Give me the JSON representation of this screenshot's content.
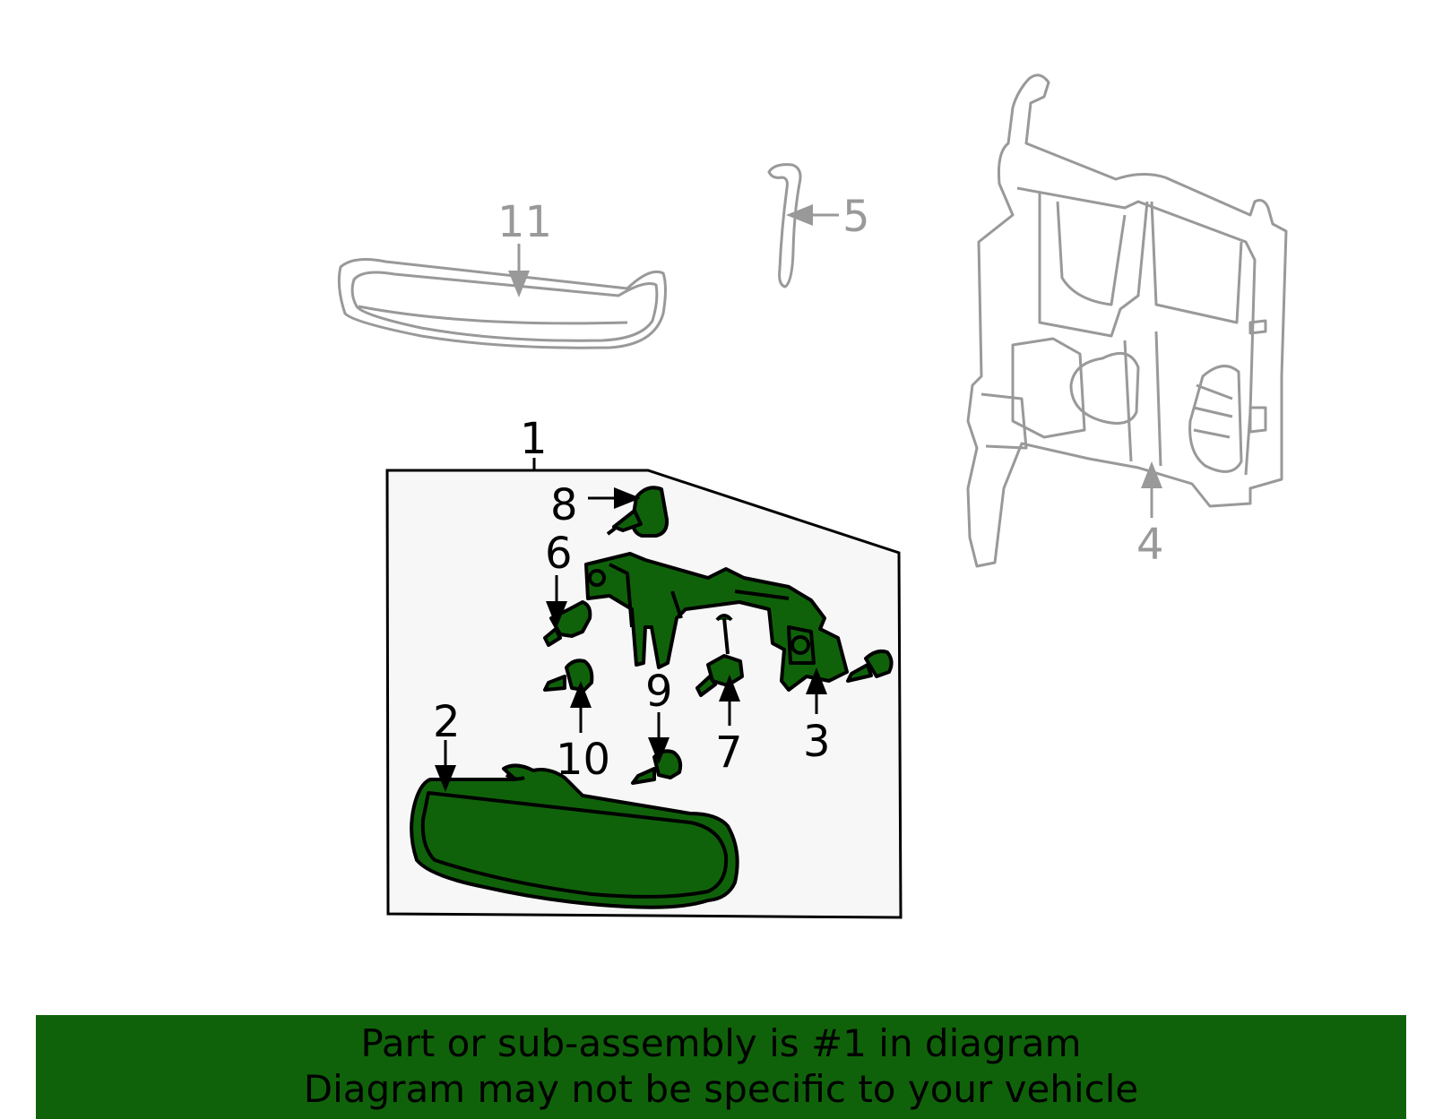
{
  "colors": {
    "highlight": "#10620A",
    "outline_dark": "#000000",
    "outline_grey": "#999999",
    "assembly_box_fill": "#F7F7F7",
    "banner_bg": "#10620A"
  },
  "callouts": {
    "c1": "1",
    "c2": "2",
    "c3": "3",
    "c4": "4",
    "c5": "5",
    "c6": "6",
    "c7": "7",
    "c8": "8",
    "c9": "9",
    "c10": "10",
    "c11": "11"
  },
  "banner": {
    "line1": "Part or sub-assembly is #1 in diagram",
    "line2": "Diagram may not be specific to your vehicle"
  }
}
